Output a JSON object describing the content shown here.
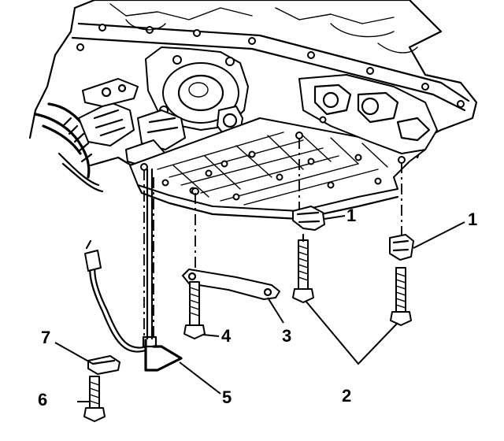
{
  "callouts": [
    {
      "id": "c1a",
      "label": "1"
    },
    {
      "id": "c1b",
      "label": "1"
    },
    {
      "id": "c2",
      "label": "2"
    },
    {
      "id": "c3",
      "label": "3"
    },
    {
      "id": "c4",
      "label": "4"
    },
    {
      "id": "c5",
      "label": "5"
    },
    {
      "id": "c6",
      "label": "6"
    },
    {
      "id": "c7",
      "label": "7"
    }
  ]
}
